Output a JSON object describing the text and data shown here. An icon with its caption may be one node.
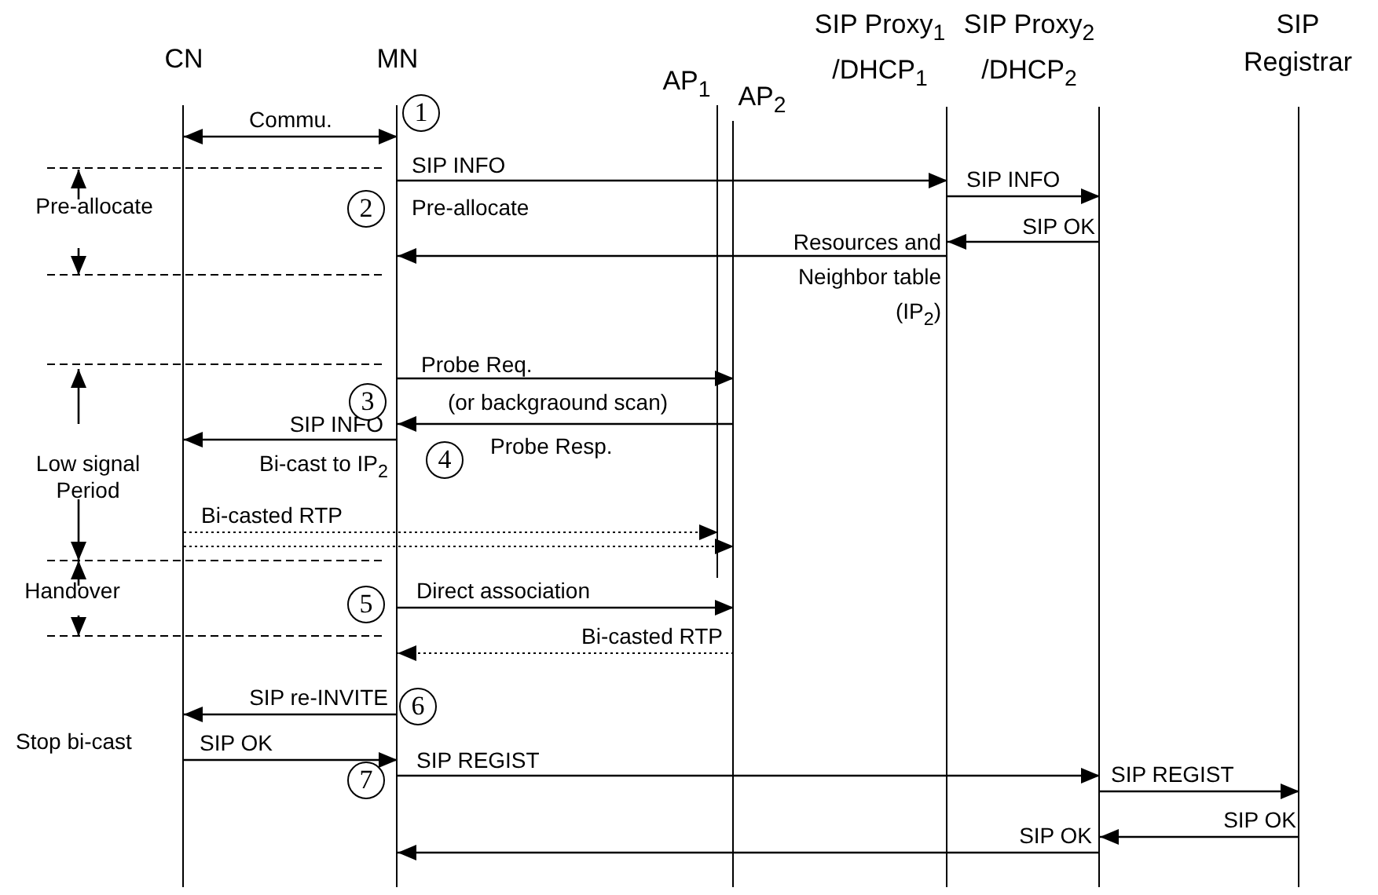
{
  "diagram": {
    "nodes": [
      {
        "text": [
          "CN"
        ]
      },
      {
        "text": [
          "MN"
        ]
      },
      {
        "text": [
          "AP$_{1}$"
        ]
      },
      {
        "text": [
          "AP$_{2}$"
        ]
      },
      {
        "text": [
          "SIP Proxy$_{1}$ /DHCP$_{1}$"
        ]
      },
      {
        "text": [
          "SIP Proxy$_{2}$ /DHCP$_{2}$"
        ]
      },
      {
        "text": [
          "SIP Registrar"
        ]
      },
      {
        "text": [
          "1"
        ]
      },
      {
        "text": [
          "2"
        ]
      },
      {
        "text": [
          "3"
        ]
      },
      {
        "text": [
          "4"
        ]
      },
      {
        "text": [
          "5"
        ]
      },
      {
        "text": [
          "6"
        ]
      },
      {
        "text": [
          "7"
        ]
      }
    ],
    "edges": [
      {
        "from": 0,
        "to": 1,
        "arrow": "both",
        "label": "Commu."
      },
      {
        "from": 1,
        "to": 4,
        "arrow": "to",
        "label": "SIP INFO"
      },
      {
        "from": 4,
        "to": 5,
        "arrow": "to",
        "label": "SIP INFO"
      },
      {
        "from": 5,
        "to": 4,
        "arrow": "to",
        "label": "SIP OK"
      },
      {
        "from": 4,
        "to": 1,
        "arrow": "to",
        "label": "Resources and Neighbor table (IP$_{2}$)"
      },
      {
        "from": 1,
        "to": 3,
        "arrow": "to",
        "label": "Probe Req."
      },
      {
        "from": 3,
        "to": 1,
        "arrow": "to",
        "label": "Probe Resp."
      },
      {
        "from": 1,
        "to": 0,
        "arrow": "to",
        "label": "SIP INFO"
      },
      {
        "from": 0,
        "to": 2,
        "arrow": "to",
        "label": "Bi-casted RTP",
        "style": "dashed"
      },
      {
        "from": 0,
        "to": 3,
        "arrow": "to",
        "style": "dashed"
      },
      {
        "from": 1,
        "to": 3,
        "arrow": "to",
        "label": "Direct association"
      },
      {
        "from": 3,
        "to": 1,
        "arrow": "to",
        "label": "Bi-casted RTP",
        "style": "dashed"
      },
      {
        "from": 1,
        "to": 0,
        "arrow": "to",
        "label": "SIP re-INVITE"
      },
      {
        "from": 0,
        "to": 1,
        "arrow": "to",
        "label": "SIP OK"
      },
      {
        "from": 1,
        "to": 5,
        "arrow": "to",
        "label": "SIP REGIST"
      },
      {
        "from": 5,
        "to": 6,
        "arrow": "to",
        "label": "SIP REGIST"
      },
      {
        "from": 6,
        "to": 5,
        "arrow": "to",
        "label": "SIP OK"
      },
      {
        "from": 5,
        "to": 1,
        "arrow": "to",
        "label": "SIP OK"
      }
    ],
    "labels": [
      "Pre-allocate",
      "Pre-allocate",
      "(or backgraound scan)",
      "Bi-cast to IP$_{2}$",
      "Low signal Period",
      "Handover",
      "Stop bi-cast"
    ]
  }
}
